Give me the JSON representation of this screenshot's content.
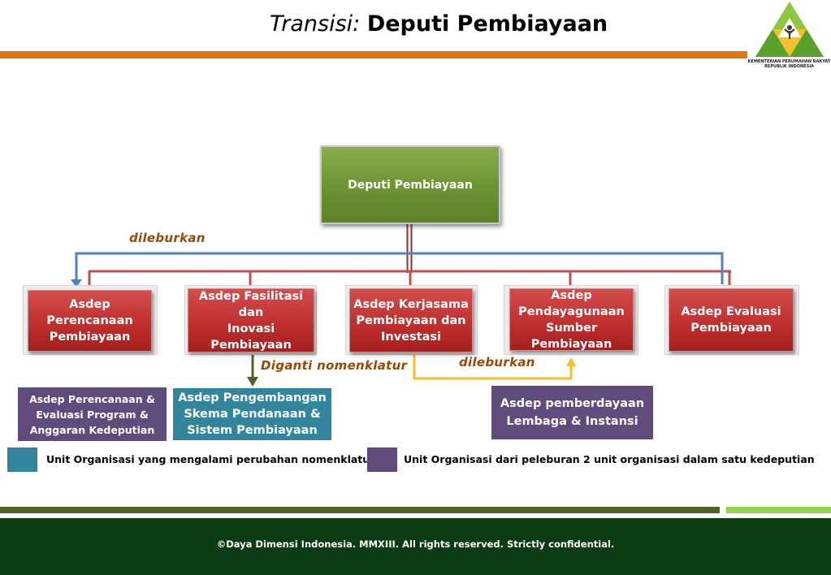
{
  "header": {
    "title_italic": "Transisi:",
    "title_bold": "Deputi Pembiayaan",
    "logo_line1": "KEMENTERIAN PERUMAHAN RAKYAT",
    "logo_line2": "REPUBLIK INDONESIA"
  },
  "diagram": {
    "top": "Deputi Pembiayaan",
    "units": [
      {
        "lines": [
          "Asdep Perencanaan",
          "Pembiayaan"
        ]
      },
      {
        "lines": [
          "Asdep Fasilitasi dan",
          "Inovasi Pembiayaan"
        ]
      },
      {
        "lines": [
          "Asdep Kerjasama",
          "Pembiayaan dan",
          "Investasi"
        ]
      },
      {
        "lines": [
          "Asdep",
          "Pendayagunaan",
          "Sumber",
          "Pembiayaan"
        ]
      },
      {
        "lines": [
          "Asdep Evaluasi",
          "Pembiayaan"
        ]
      }
    ],
    "new_units": [
      {
        "lines": [
          "Asdep Perencanaan &",
          "Evaluasi Program &",
          "Anggaran Kedeputian"
        ]
      },
      {
        "lines": [
          "Asdep Pengembangan",
          "Skema Pendanaan &",
          "Sistem Pembiayaan"
        ]
      },
      {
        "lines": [
          "Asdep pemberdayaan",
          "Lembaga & Instansi"
        ]
      }
    ],
    "labels": {
      "merge_left": "dileburkan",
      "renamed": "Diganti nomenklatur",
      "merge_right": "dileburkan"
    }
  },
  "legend": {
    "items": [
      {
        "text": "Unit Organisasi  yang mengalami perubahan nomenklatur",
        "color": "#31859c"
      },
      {
        "text": "Unit Organisasi  dari peleburan 2 unit organisasi dalam satu kedeputian",
        "color": "#614a7c"
      }
    ]
  },
  "footer": {
    "text": "©Daya Dimensi Indonesia. MMXIII. All rights reserved. Strictly confidential."
  },
  "colors": {
    "orange": "#e2750f",
    "green": "#77a03f",
    "red": "#c0302f",
    "purple": "#614a7c",
    "teal": "#31859c",
    "blue": "#4f81bd",
    "yellow": "#f6be2c",
    "dark_green": "#0b3b12"
  }
}
